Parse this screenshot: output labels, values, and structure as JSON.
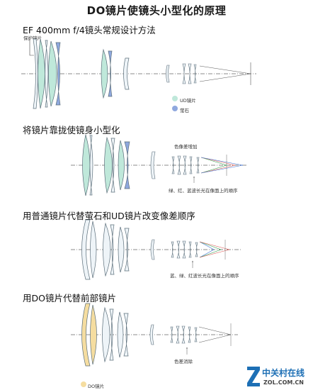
{
  "title": "DO镜片使镜头小型化的原理",
  "sections": [
    {
      "title": "EF 400mm f/4镜头常规设计方法",
      "protect_label": "保护镜片",
      "legend": [
        {
          "label": "UD镜片",
          "color": "#bfe8da"
        },
        {
          "label": "萤石",
          "color": "#8fa8de"
        }
      ]
    },
    {
      "title": "将镜片靠拢使镜身小型化",
      "note_top": "色像差增加",
      "note_bottom": "绿、红、蓝波长光在像面上的顺序"
    },
    {
      "title": "用普通镜片代替萤石和UD镜片改变像差顺序",
      "note_bottom": "蓝、绿、红波长光在像面上的顺序"
    },
    {
      "title": "用DO镜片代替前部镜片",
      "note_bottom": "色差消除",
      "legend": [
        {
          "label": "DO镜片",
          "color": "#f5dda0"
        }
      ]
    }
  ],
  "logo": {
    "name": "中关村在线",
    "url": "ZOL.COM.CN",
    "mark_color": "#1d6fb5"
  }
}
